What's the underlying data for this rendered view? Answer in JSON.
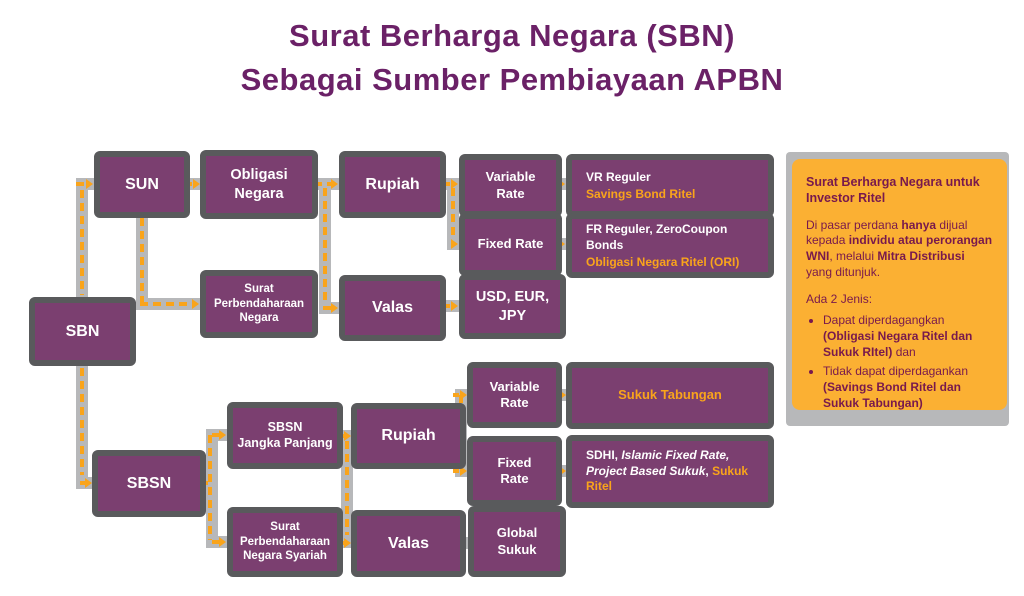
{
  "title": {
    "line1": "Surat Berharga Negara (SBN)",
    "line2": "Sebagai Sumber Pembiayaan APBN"
  },
  "nodes": {
    "sbn": "SBN",
    "sun": "SUN",
    "obligasi_negara": "Obligasi\nNegara",
    "spn": "Surat\nPerbendaharaan\nNegara",
    "rupiah_top": "Rupiah",
    "valas_top": "Valas",
    "variable_rate_top": "Variable\nRate",
    "fixed_rate_top": "Fixed Rate",
    "vr_line1": "VR Reguler",
    "vr_line2": "Savings Bond Ritel",
    "fr_line1": "FR Reguler, ZeroCoupon Bonds",
    "fr_line2": "Obligasi Negara Ritel (ORI)",
    "usd": "USD, EUR,\nJPY",
    "sbsn": "SBSN",
    "sbsn_jangka_panjang": "SBSN\nJangka Panjang",
    "spn_syariah": "Surat\nPerbendaharaan\nNegara Syariah",
    "rupiah_bot": "Rupiah",
    "valas_bot": "Valas",
    "variable_rate_bot": "Variable\nRate",
    "fixed_rate_bot": "Fixed\nRate",
    "sukuk_tabungan": "Sukuk Tabungan",
    "sdhi_segments": [
      {
        "t": "SDHI, "
      },
      {
        "t": "Islamic Fixed Rate, Project Based Sukuk",
        "i": 1
      },
      {
        "t": ", "
      },
      {
        "t": "Sukuk Ritel",
        "o": 1
      }
    ],
    "global_sukuk": "Global\nSukuk"
  },
  "panel": {
    "heading": "Surat Berharga Negara untuk Investor Ritel",
    "para_segments": [
      {
        "t": "Di pasar perdana "
      },
      {
        "t": "hanya",
        "b": 1
      },
      {
        "t": " dijual kepada "
      },
      {
        "t": "individu atau perorangan WNI",
        "b": 1
      },
      {
        "t": ", melalui "
      },
      {
        "t": "Mitra Distribusi",
        "b": 1
      },
      {
        "t": " yang ditunjuk."
      }
    ],
    "jenis_label": "Ada 2 Jenis:",
    "bullets": [
      {
        "segments": [
          {
            "t": "Dapat diperdagangkan "
          },
          {
            "t": "(Obligasi Negara Ritel dan Sukuk RItel)",
            "b": 1
          },
          {
            "t": " dan"
          }
        ]
      },
      {
        "segments": [
          {
            "t": "Tidak dapat diperdagankan "
          },
          {
            "t": "(Savings Bond Ritel dan Sukuk Tabungan)",
            "b": 1
          }
        ]
      }
    ]
  },
  "colors": {
    "node_purple": "#7B3F70",
    "node_border_gray": "#595A5C",
    "connector_gray": "#B7B8BA",
    "accent_orange": "#F9A41B",
    "panel_orange": "#FBB033",
    "panel_text_maroon": "#78194D",
    "title_purple": "#6B2167"
  }
}
